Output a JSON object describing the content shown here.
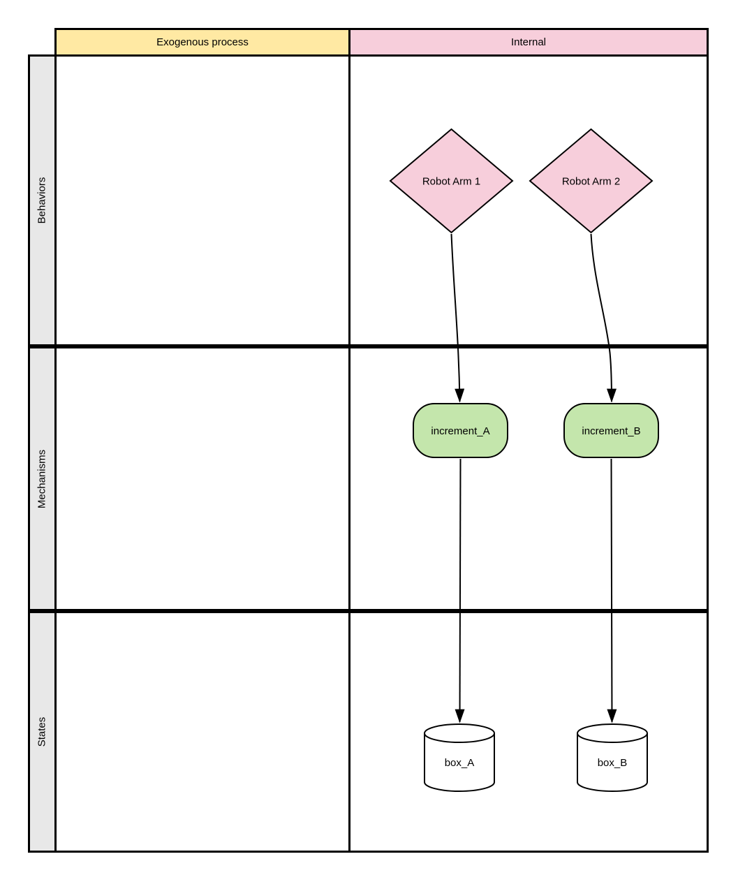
{
  "diagram": {
    "columns": [
      {
        "label": "Exogenous process",
        "color": "#ffe9a3"
      },
      {
        "label": "Internal",
        "color": "#f7cedb"
      }
    ],
    "rows": [
      {
        "label": "Behaviors",
        "color": "#e8e8e8"
      },
      {
        "label": "Mechanisms",
        "color": "#e8e8e8"
      },
      {
        "label": "States",
        "color": "#e8e8e8"
      }
    ],
    "nodes": [
      {
        "id": "robot_arm_1",
        "label": "Robot Arm 1",
        "shape": "diamond",
        "row": "Behaviors",
        "column": "Internal",
        "color": "#f7cedb"
      },
      {
        "id": "robot_arm_2",
        "label": "Robot Arm 2",
        "shape": "diamond",
        "row": "Behaviors",
        "column": "Internal",
        "color": "#f7cedb"
      },
      {
        "id": "increment_A",
        "label": "increment_A",
        "shape": "rounded-rectangle",
        "row": "Mechanisms",
        "column": "Internal",
        "color": "#c4e6ac"
      },
      {
        "id": "increment_B",
        "label": "increment_B",
        "shape": "rounded-rectangle",
        "row": "Mechanisms",
        "column": "Internal",
        "color": "#c4e6ac"
      },
      {
        "id": "box_A",
        "label": "box_A",
        "shape": "cylinder",
        "row": "States",
        "column": "Internal",
        "color": "#ffffff"
      },
      {
        "id": "box_B",
        "label": "box_B",
        "shape": "cylinder",
        "row": "States",
        "column": "Internal",
        "color": "#ffffff"
      }
    ],
    "edges": [
      {
        "from": "Robot Arm 1",
        "to": "increment_A"
      },
      {
        "from": "Robot Arm 2",
        "to": "increment_B"
      },
      {
        "from": "increment_A",
        "to": "box_A"
      },
      {
        "from": "increment_B",
        "to": "box_B"
      }
    ],
    "stroke_color": "#000000"
  }
}
